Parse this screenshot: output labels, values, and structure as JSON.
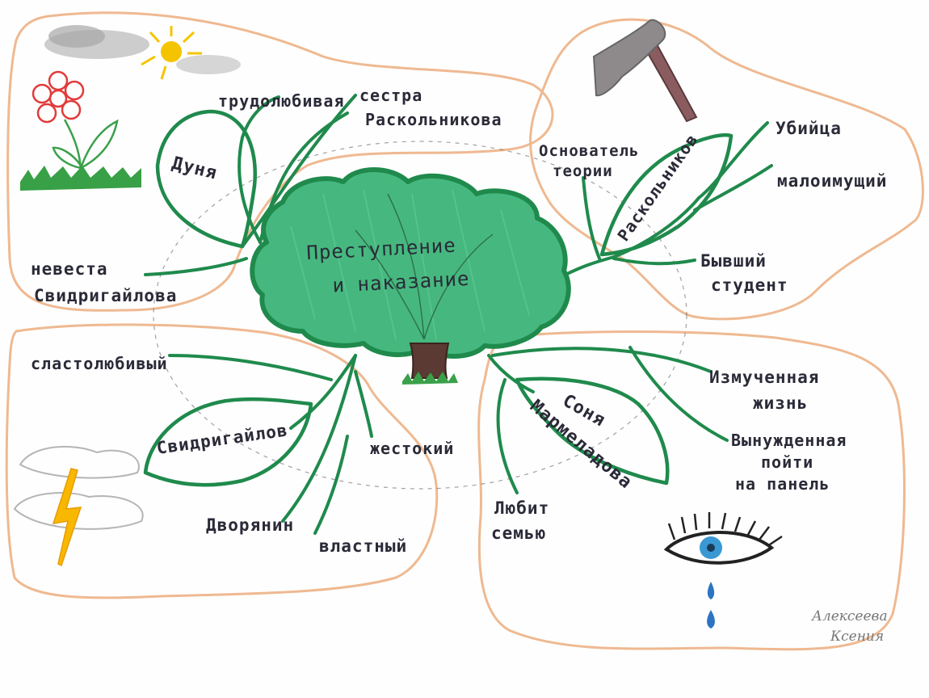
{
  "center": {
    "title_line1": "Преступление",
    "title_line2": "и наказание"
  },
  "leaves": {
    "dunya": "Дуня",
    "raskolnikov": "Раскольников",
    "svidrigailov": "Свидригайлов",
    "sonya_line1": "Соня",
    "sonya_line2": "Мармеладова"
  },
  "labels": {
    "trudolyubivaya": "трудолюбивая",
    "sestra_line1": "сестра",
    "sestra_line2": "Раскольникова",
    "nevesta_line1": "невеста",
    "nevesta_line2": "Свидригайлова",
    "osnovatel_line1": "Основатель",
    "osnovatel_line2": "теории",
    "ubiytsa": "Убийца",
    "maloimushchiy": "малоимущий",
    "byvshiy_line1": "Бывший",
    "byvshiy_line2": "студент",
    "sladostrastny": "сластолюбивый",
    "zhestokiy": "жестокий",
    "dvoryanin": "Дворянин",
    "vlastny": "властный",
    "izmuchennaya_line1": "Измученная",
    "izmuchennaya_line2": "жизнь",
    "vynuzhdennaya_line1": "Вынужденная",
    "vynuzhdennaya_line2": "пойти",
    "vynuzhdennaya_line3": "на панель",
    "lyubit_line1": "Любит",
    "lyubit_line2": "семью"
  },
  "signature": {
    "line1": "Алексеева",
    "line2": "Ксения"
  },
  "colors": {
    "tree_fill": "#46b87f",
    "tree_outline": "#1f8a4c",
    "trunk": "#5a3a32",
    "zone_outline": "#efb991",
    "text": "#2a2a38",
    "axe_head": "#8e8a8c",
    "axe_handle": "#8a5c60",
    "sun": "#f5c400",
    "lightning": "#f8b800",
    "eye_iris": "#3a98d2",
    "flower": "#e23a3a"
  }
}
